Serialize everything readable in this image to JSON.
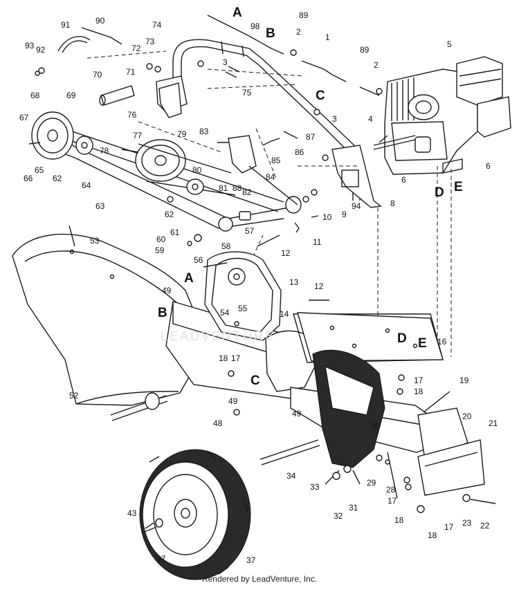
{
  "footer": "Rendered by LeadVenture, Inc.",
  "watermark": "LEADVENTURE",
  "callouts": {
    "A_top": "A",
    "B_top": "B",
    "C_top": "C",
    "D_top": "D",
    "E_top": "E",
    "A_mid": "A",
    "B_mid": "B",
    "C_mid": "C",
    "D_mid": "D",
    "E_mid": "E",
    "n1": "1",
    "n2a": "2",
    "n2b": "2",
    "n3a": "3",
    "n3b": "3",
    "n4": "4",
    "n5": "5",
    "n6a": "6",
    "n6b": "6",
    "n7": "7",
    "n8": "8",
    "n9": "9",
    "n10": "10",
    "n11": "11",
    "n12a": "12",
    "n12b": "12",
    "n13": "13",
    "n14": "14",
    "n16": "16",
    "n17a": "17",
    "n17b": "17",
    "n17c": "17",
    "n17d": "17",
    "n18a": "18",
    "n18b": "18",
    "n18c": "18",
    "n18d": "18",
    "n19": "19",
    "n20": "20",
    "n21": "21",
    "n22": "22",
    "n23": "23",
    "n28": "28",
    "n29": "29",
    "n30": "30",
    "n31": "31",
    "n32": "32",
    "n33": "33",
    "n34": "34",
    "n37": "37",
    "n43": "43",
    "n48": "48",
    "n49a": "49",
    "n49b": "49",
    "n49c": "49",
    "n52": "52",
    "n53": "53",
    "n54": "54",
    "n55": "55",
    "n56": "56",
    "n57": "57",
    "n58": "58",
    "n59": "59",
    "n60": "60",
    "n61": "61",
    "n62a": "62",
    "n62b": "62",
    "n63": "63",
    "n64": "64",
    "n65": "65",
    "n66": "66",
    "n67": "67",
    "n68": "68",
    "n69": "69",
    "n70": "70",
    "n71": "71",
    "n72": "72",
    "n73": "73",
    "n74": "74",
    "n75": "75",
    "n76": "76",
    "n77": "77",
    "n78": "78",
    "n79": "79",
    "n80": "80",
    "n81": "81",
    "n82": "82",
    "n83": "83",
    "n84": "84",
    "n85": "85",
    "n86": "86",
    "n87": "87",
    "n88": "88",
    "n89a": "89",
    "n89b": "89",
    "n90": "90",
    "n91": "91",
    "n92": "92",
    "n93": "93",
    "n94": "94",
    "n97": "97",
    "n98": "98"
  }
}
